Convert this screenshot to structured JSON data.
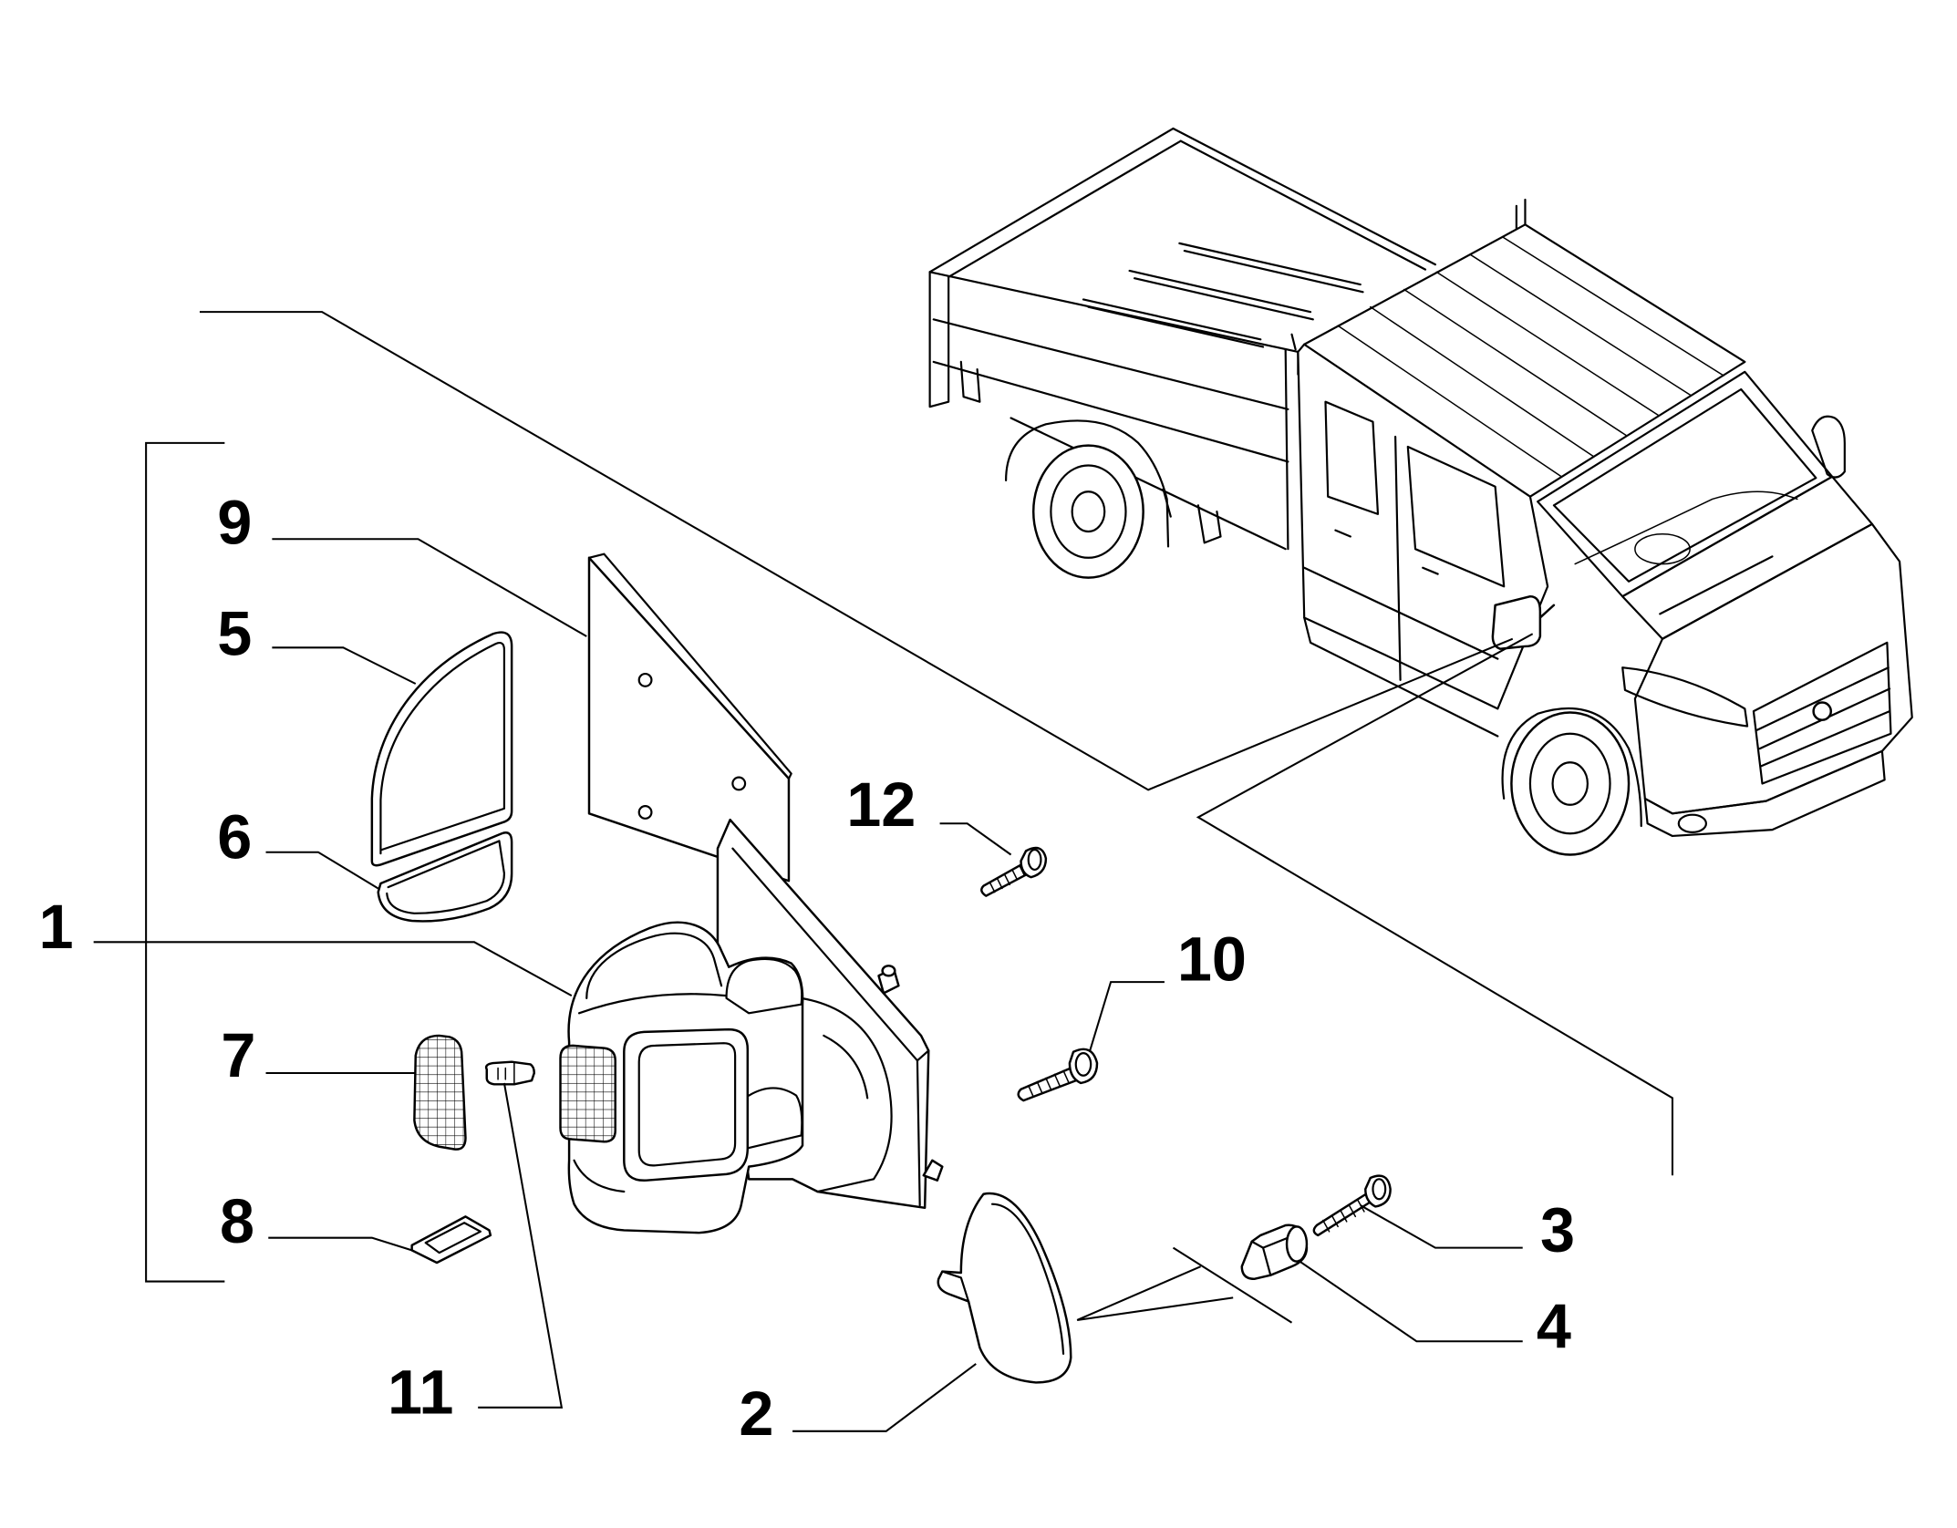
{
  "diagram": {
    "callouts": [
      "1",
      "2",
      "3",
      "4",
      "5",
      "6",
      "7",
      "8",
      "9",
      "10",
      "11",
      "12"
    ]
  },
  "colors": {
    "line": "#000000",
    "background": "#ffffff"
  }
}
